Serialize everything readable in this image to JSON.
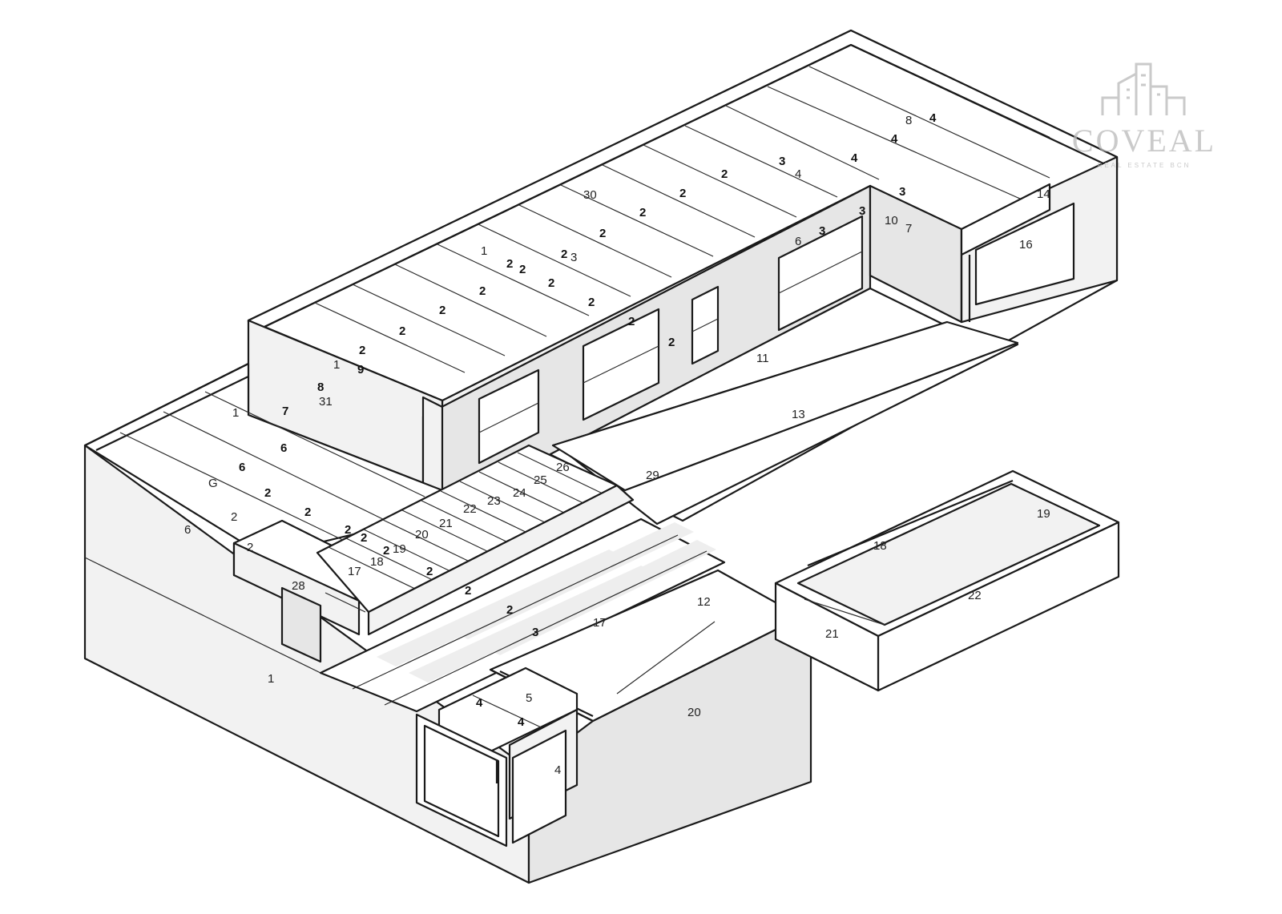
{
  "brand": {
    "name": "COVEAL",
    "tagline": "REAL ESTATE BCN",
    "logo_icon": "building-skyline-icon",
    "color": "#b9b9b9"
  },
  "labels": [
    {
      "text": "8",
      "bold": false
    },
    {
      "text": "4",
      "bold": true
    },
    {
      "text": "4",
      "bold": true
    },
    {
      "text": "4",
      "bold": true
    },
    {
      "text": "3",
      "bold": true
    },
    {
      "text": "4",
      "bold": false
    },
    {
      "text": "3",
      "bold": true
    },
    {
      "text": "14",
      "bold": false
    },
    {
      "text": "3",
      "bold": true
    },
    {
      "text": "10",
      "bold": false
    },
    {
      "text": "7",
      "bold": false
    },
    {
      "text": "3",
      "bold": true
    },
    {
      "text": "6",
      "bold": false
    },
    {
      "text": "16",
      "bold": false
    },
    {
      "text": "2",
      "bold": true
    },
    {
      "text": "2",
      "bold": true
    },
    {
      "text": "30",
      "bold": false
    },
    {
      "text": "2",
      "bold": true
    },
    {
      "text": "2",
      "bold": true
    },
    {
      "text": "2",
      "bold": true
    },
    {
      "text": "3",
      "bold": false
    },
    {
      "text": "1",
      "bold": false
    },
    {
      "text": "2",
      "bold": true
    },
    {
      "text": "2",
      "bold": true
    },
    {
      "text": "2",
      "bold": true
    },
    {
      "text": "2",
      "bold": true
    },
    {
      "text": "2",
      "bold": true
    },
    {
      "text": "2",
      "bold": true
    },
    {
      "text": "2",
      "bold": true
    },
    {
      "text": "2",
      "bold": true
    },
    {
      "text": "2",
      "bold": true
    },
    {
      "text": "11",
      "bold": false
    },
    {
      "text": "2",
      "bold": true
    },
    {
      "text": "1",
      "bold": false
    },
    {
      "text": "9",
      "bold": true
    },
    {
      "text": "8",
      "bold": true
    },
    {
      "text": "31",
      "bold": false
    },
    {
      "text": "7",
      "bold": true
    },
    {
      "text": "1",
      "bold": false
    },
    {
      "text": "13",
      "bold": false
    },
    {
      "text": "6",
      "bold": true
    },
    {
      "text": "6",
      "bold": true
    },
    {
      "text": "G",
      "bold": false
    },
    {
      "text": "2",
      "bold": true
    },
    {
      "text": "2",
      "bold": true
    },
    {
      "text": "2",
      "bold": false
    },
    {
      "text": "6",
      "bold": false
    },
    {
      "text": "26",
      "bold": false
    },
    {
      "text": "25",
      "bold": false
    },
    {
      "text": "29",
      "bold": false
    },
    {
      "text": "24",
      "bold": false
    },
    {
      "text": "23",
      "bold": false
    },
    {
      "text": "22",
      "bold": false
    },
    {
      "text": "21",
      "bold": false
    },
    {
      "text": "20",
      "bold": false
    },
    {
      "text": "19",
      "bold": false
    },
    {
      "text": "18",
      "bold": false
    },
    {
      "text": "17",
      "bold": false
    },
    {
      "text": "2",
      "bold": true
    },
    {
      "text": "2",
      "bold": true
    },
    {
      "text": "2",
      "bold": true
    },
    {
      "text": "2",
      "bold": true
    },
    {
      "text": "2",
      "bold": false
    },
    {
      "text": "28",
      "bold": false
    },
    {
      "text": "19",
      "bold": false
    },
    {
      "text": "18",
      "bold": false
    },
    {
      "text": "22",
      "bold": false
    },
    {
      "text": "21",
      "bold": false
    },
    {
      "text": "2",
      "bold": true
    },
    {
      "text": "2",
      "bold": true
    },
    {
      "text": "17",
      "bold": false
    },
    {
      "text": "3",
      "bold": true
    },
    {
      "text": "12",
      "bold": false
    },
    {
      "text": "1",
      "bold": false
    },
    {
      "text": "4",
      "bold": true
    },
    {
      "text": "5",
      "bold": false
    },
    {
      "text": "4",
      "bold": true
    },
    {
      "text": "20",
      "bold": false
    },
    {
      "text": "4",
      "bold": false
    }
  ]
}
